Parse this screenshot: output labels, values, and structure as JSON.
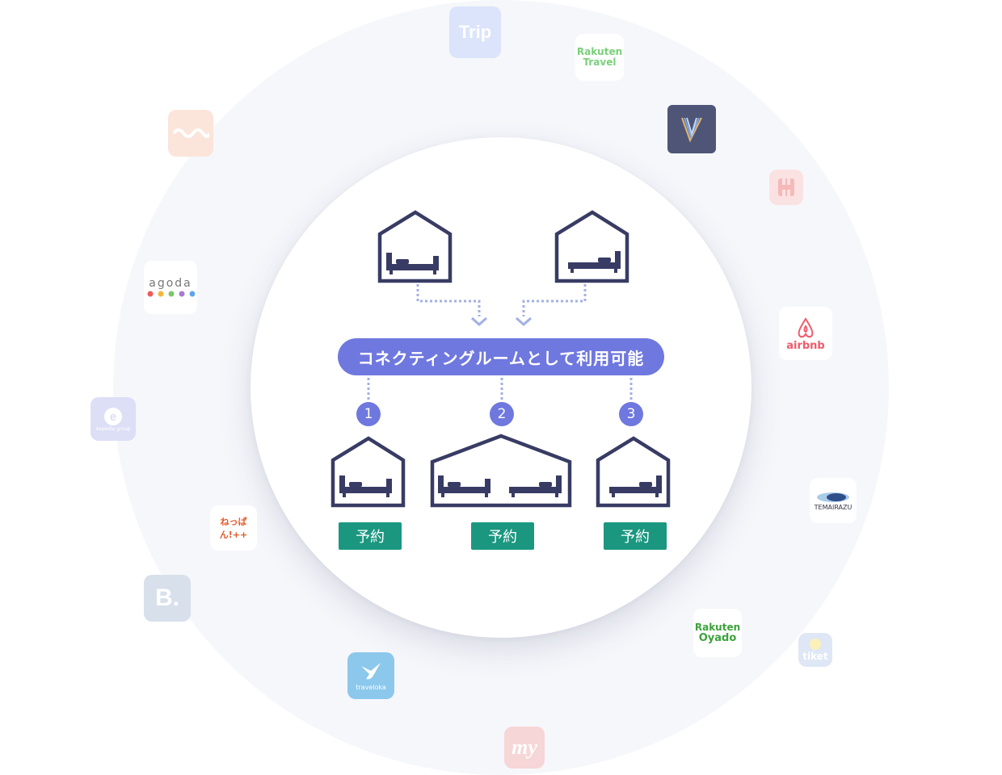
{
  "center_label": "コネクティングルームとして利用可能",
  "steps": [
    {
      "number": "1",
      "button": "予約"
    },
    {
      "number": "2",
      "button": "予約"
    },
    {
      "number": "3",
      "button": "予約"
    }
  ],
  "logos": {
    "trip": "Trip",
    "rakuten_travel_1": "Rakuten",
    "rakuten_travel_2": "Travel",
    "agoda": "agoda",
    "airbnb": "airbnb",
    "expedia": "expedia group",
    "temairazu": "TEMAIRAZU",
    "neppan": "ねっぱん!++",
    "booking": "B.",
    "rakuten_oyado_1": "Rakuten",
    "rakuten_oyado_2": "Oyado",
    "tiket": "tiket",
    "traveloka": "traveloka",
    "makemytrip": "my"
  },
  "colors": {
    "accent": "#6f78de",
    "house": "#383c64",
    "book_button": "#1b9780",
    "dotted": "#a3b0e4"
  }
}
